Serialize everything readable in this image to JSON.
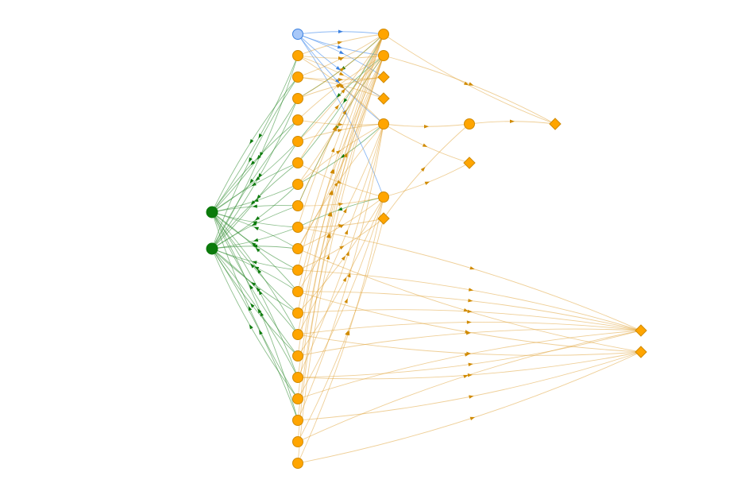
{
  "colors": {
    "green": "#0b7a0b",
    "orange": "#ffa500",
    "orange_stroke": "#d08a00",
    "orange_edge": "#e0a030",
    "blue": "#a8c8f8",
    "blue_stroke": "#3a80e0",
    "blue_edge": "#5a9af0",
    "green_edge": "#2e8b2e"
  },
  "nodes": [
    {
      "id": "g1",
      "shape": "circle",
      "group": "green"
    },
    {
      "id": "g2",
      "shape": "circle",
      "group": "green"
    },
    {
      "id": "a0",
      "shape": "circle",
      "group": "blue"
    },
    {
      "id": "a1",
      "shape": "circle",
      "group": "orange"
    },
    {
      "id": "a2",
      "shape": "circle",
      "group": "orange"
    },
    {
      "id": "a3",
      "shape": "circle",
      "group": "orange"
    },
    {
      "id": "a4",
      "shape": "circle",
      "group": "orange"
    },
    {
      "id": "a5",
      "shape": "circle",
      "group": "orange"
    },
    {
      "id": "a6",
      "shape": "circle",
      "group": "orange"
    },
    {
      "id": "a7",
      "shape": "circle",
      "group": "orange"
    },
    {
      "id": "a8",
      "shape": "circle",
      "group": "orange"
    },
    {
      "id": "a9",
      "shape": "circle",
      "group": "orange"
    },
    {
      "id": "a10",
      "shape": "circle",
      "group": "orange"
    },
    {
      "id": "a11",
      "shape": "circle",
      "group": "orange"
    },
    {
      "id": "a12",
      "shape": "circle",
      "group": "orange"
    },
    {
      "id": "a13",
      "shape": "circle",
      "group": "orange"
    },
    {
      "id": "a14",
      "shape": "circle",
      "group": "orange"
    },
    {
      "id": "a15",
      "shape": "circle",
      "group": "orange"
    },
    {
      "id": "a16",
      "shape": "circle",
      "group": "orange"
    },
    {
      "id": "a17",
      "shape": "circle",
      "group": "orange"
    },
    {
      "id": "a18",
      "shape": "circle",
      "group": "orange"
    },
    {
      "id": "a19",
      "shape": "circle",
      "group": "orange"
    },
    {
      "id": "a20",
      "shape": "circle",
      "group": "orange"
    },
    {
      "id": "b0",
      "shape": "circle",
      "group": "orange"
    },
    {
      "id": "b1",
      "shape": "circle",
      "group": "orange"
    },
    {
      "id": "b2",
      "shape": "diamond",
      "group": "orange"
    },
    {
      "id": "b3",
      "shape": "diamond",
      "group": "orange"
    },
    {
      "id": "b4",
      "shape": "circle",
      "group": "orange"
    },
    {
      "id": "b5",
      "shape": "circle",
      "group": "orange"
    },
    {
      "id": "b6",
      "shape": "diamond",
      "group": "orange"
    },
    {
      "id": "c0",
      "shape": "circle",
      "group": "orange"
    },
    {
      "id": "c1",
      "shape": "diamond",
      "group": "orange"
    },
    {
      "id": "d0",
      "shape": "diamond",
      "group": "orange"
    },
    {
      "id": "e0",
      "shape": "diamond",
      "group": "orange"
    },
    {
      "id": "e1",
      "shape": "diamond",
      "group": "orange"
    }
  ],
  "edges": {
    "green": [
      [
        "a1",
        "g1"
      ],
      [
        "a2",
        "g1"
      ],
      [
        "a3",
        "g1"
      ],
      [
        "a4",
        "g1"
      ],
      [
        "a5",
        "g1"
      ],
      [
        "a6",
        "g1"
      ],
      [
        "a7",
        "g1"
      ],
      [
        "a8",
        "g1"
      ],
      [
        "a9",
        "g1"
      ],
      [
        "a10",
        "g1"
      ],
      [
        "a11",
        "g1"
      ],
      [
        "a12",
        "g1"
      ],
      [
        "a13",
        "g1"
      ],
      [
        "a14",
        "g1"
      ],
      [
        "a15",
        "g1"
      ],
      [
        "a16",
        "g1"
      ],
      [
        "a17",
        "g1"
      ],
      [
        "a18",
        "g1"
      ],
      [
        "a1",
        "g2"
      ],
      [
        "a2",
        "g2"
      ],
      [
        "a3",
        "g2"
      ],
      [
        "a4",
        "g2"
      ],
      [
        "a5",
        "g2"
      ],
      [
        "a6",
        "g2"
      ],
      [
        "a7",
        "g2"
      ],
      [
        "a8",
        "g2"
      ],
      [
        "a9",
        "g2"
      ],
      [
        "a10",
        "g2"
      ],
      [
        "a11",
        "g2"
      ],
      [
        "a12",
        "g2"
      ],
      [
        "a13",
        "g2"
      ],
      [
        "a14",
        "g2"
      ],
      [
        "a15",
        "g2"
      ],
      [
        "a16",
        "g2"
      ],
      [
        "a17",
        "g2"
      ],
      [
        "a18",
        "g2"
      ],
      [
        "b0",
        "a6"
      ],
      [
        "b1",
        "a5"
      ],
      [
        "b4",
        "a7"
      ],
      [
        "b5",
        "a9"
      ],
      [
        "b0",
        "a3"
      ],
      [
        "b1",
        "a8"
      ]
    ],
    "blue": [
      [
        "a0",
        "b0"
      ],
      [
        "a0",
        "b1"
      ],
      [
        "a0",
        "b2"
      ],
      [
        "a0",
        "b4"
      ],
      [
        "a0",
        "b5"
      ],
      [
        "a0",
        "b3"
      ]
    ],
    "orange": [
      [
        "a1",
        "b0"
      ],
      [
        "a1",
        "b1"
      ],
      [
        "a1",
        "b4"
      ],
      [
        "a2",
        "b0"
      ],
      [
        "a2",
        "b3"
      ],
      [
        "a3",
        "b0"
      ],
      [
        "a3",
        "b2"
      ],
      [
        "a4",
        "b4"
      ],
      [
        "a4",
        "b1"
      ],
      [
        "a5",
        "b0"
      ],
      [
        "a5",
        "b4"
      ],
      [
        "a6",
        "b5"
      ],
      [
        "a6",
        "b1"
      ],
      [
        "a7",
        "b0"
      ],
      [
        "a7",
        "b4"
      ],
      [
        "a8",
        "b5"
      ],
      [
        "a8",
        "b1"
      ],
      [
        "a9",
        "b6"
      ],
      [
        "a9",
        "b0"
      ],
      [
        "a10",
        "b1"
      ],
      [
        "a10",
        "b4"
      ],
      [
        "a10",
        "b5"
      ],
      [
        "a11",
        "b0"
      ],
      [
        "a11",
        "b6"
      ],
      [
        "a12",
        "b1"
      ],
      [
        "a12",
        "b4"
      ],
      [
        "a13",
        "b0"
      ],
      [
        "a13",
        "b5"
      ],
      [
        "a14",
        "b1"
      ],
      [
        "a14",
        "b4"
      ],
      [
        "a15",
        "b0"
      ],
      [
        "a15",
        "b5"
      ],
      [
        "a16",
        "b1"
      ],
      [
        "a16",
        "b4"
      ],
      [
        "a17",
        "b0"
      ],
      [
        "a17",
        "b5"
      ],
      [
        "a18",
        "b1"
      ],
      [
        "a18",
        "b4"
      ],
      [
        "a19",
        "b0"
      ],
      [
        "a19",
        "b6"
      ],
      [
        "a20",
        "b1"
      ],
      [
        "a20",
        "b5"
      ],
      [
        "a9",
        "e0"
      ],
      [
        "a10",
        "e1"
      ],
      [
        "a11",
        "e0"
      ],
      [
        "a12",
        "e1"
      ],
      [
        "a13",
        "e0"
      ],
      [
        "a14",
        "e1"
      ],
      [
        "a15",
        "e0"
      ],
      [
        "a16",
        "e1"
      ],
      [
        "a17",
        "e0"
      ],
      [
        "a18",
        "e1"
      ],
      [
        "a19",
        "e0"
      ],
      [
        "a20",
        "e1"
      ],
      [
        "a14",
        "e0"
      ],
      [
        "a16",
        "e0"
      ],
      [
        "a12",
        "e0"
      ],
      [
        "b0",
        "d0"
      ],
      [
        "b1",
        "d0"
      ],
      [
        "b4",
        "c0"
      ],
      [
        "c0",
        "d0"
      ],
      [
        "b4",
        "c1"
      ],
      [
        "b6",
        "c0"
      ],
      [
        "b5",
        "c1"
      ],
      [
        "a1",
        "b3"
      ],
      [
        "a2",
        "b2"
      ]
    ]
  }
}
